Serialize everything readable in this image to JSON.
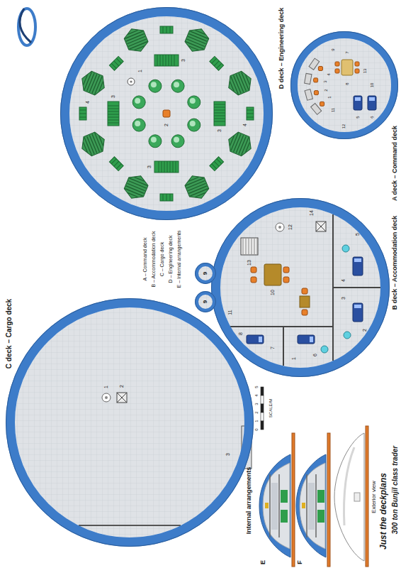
{
  "diagram": {
    "title": "Just the deckplans",
    "caption": "300 ton Bunjil class trader",
    "nodes": [
      {
        "text": [
          "C deck – Cargo deck"
        ]
      },
      {
        "text": [
          "D deck – Engineering deck"
        ]
      },
      {
        "text": [
          "B deck – Accommodation deck"
        ]
      },
      {
        "text": [
          "9"
        ],
        "in": 2
      },
      {
        "text": [
          "9"
        ],
        "in": 2
      },
      {
        "text": [
          "A deck – Command deck"
        ]
      }
    ],
    "labels": [
      "Internal arrangements",
      "E",
      "F",
      "Exterior view",
      "SCALE/M",
      "0",
      "1",
      "2",
      "3",
      "4",
      "5",
      "A – Command deck",
      "B – Accommodation deck",
      "C – Cargo deck",
      "D – Engineering deck",
      "E – Internal arrangements",
      "1",
      "2",
      "3",
      "1",
      "2",
      "3",
      "3",
      "3",
      "3",
      "4",
      "4",
      "1",
      "2",
      "3",
      "4",
      "5",
      "6",
      "7",
      "8",
      "10",
      "11",
      "12",
      "13",
      "14",
      "1",
      "2",
      "3",
      "4",
      "5",
      "6",
      "7",
      "8",
      "9",
      "10",
      "11",
      "12",
      "13"
    ]
  }
}
